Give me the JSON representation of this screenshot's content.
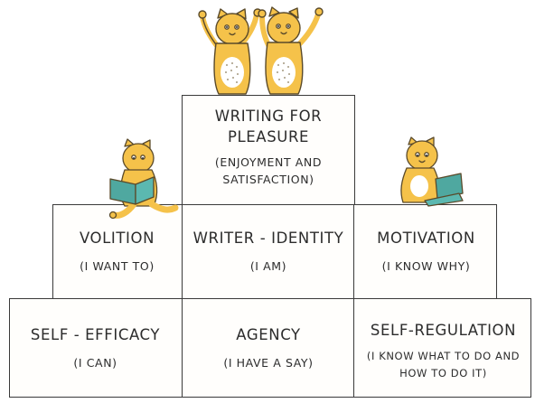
{
  "pyramid": {
    "top": {
      "title_line1": "WRITING FOR",
      "title_line2": "PLEASURE",
      "sub_line1": "(ENJOYMENT AND",
      "sub_line2": "SATISFACTION)"
    },
    "middle": [
      {
        "title": "VOLITION",
        "sub": "(I WANT TO)"
      },
      {
        "title": "WRITER - IDENTITY",
        "sub": "(I AM)"
      },
      {
        "title": "MOTIVATION",
        "sub": "(I KNOW WHY)"
      }
    ],
    "bottom": [
      {
        "title": "SELF - EFFICACY",
        "sub": "(I CAN)"
      },
      {
        "title": "AGENCY",
        "sub": "(I HAVE A SAY)"
      },
      {
        "title": "SELF-REGULATION",
        "sub_line1": "(I KNOW WHAT TO DO AND",
        "sub_line2": "HOW TO DO IT)"
      }
    ]
  },
  "illustrations": [
    {
      "name": "cheering-cats",
      "description_icon": "cat-icon"
    },
    {
      "name": "reading-cat",
      "description_icon": "cat-icon"
    },
    {
      "name": "laptop-cat",
      "description_icon": "cat-icon"
    }
  ],
  "colors": {
    "cat_fill": "#f5c24a",
    "cat_outline": "#5a4a2a",
    "book": "#4fa8a0",
    "laptop": "#4fa8a0",
    "line": "#3a3a3a"
  }
}
